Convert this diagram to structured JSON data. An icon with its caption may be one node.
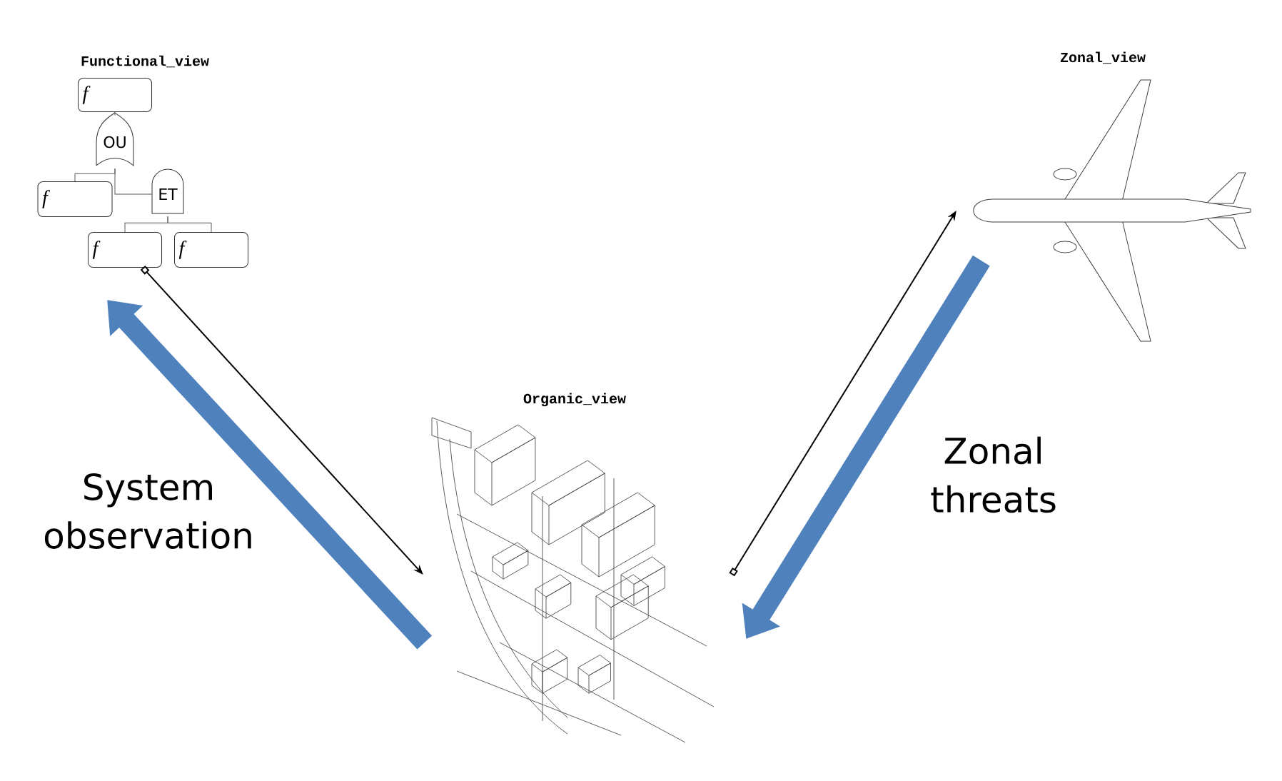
{
  "diagram": {
    "nodes": [
      {
        "text": [
          "f"
        ]
      },
      {
        "text": [
          "OU"
        ]
      },
      {
        "text": [
          "f"
        ]
      },
      {
        "text": [
          "ET"
        ]
      },
      {
        "text": [
          "f"
        ]
      },
      {
        "text": [
          "f"
        ]
      },
      {
        "text": [],
        "shape": "picture",
        "beside": [
          "Organic_view"
        ]
      },
      {
        "text": [],
        "shape": "picture",
        "beside": [
          "Zonal_view"
        ]
      }
    ],
    "edges": [
      {
        "from": 0,
        "to": 1,
        "arrow": "none"
      },
      {
        "from": 1,
        "to": 2,
        "arrow": "none"
      },
      {
        "from": 1,
        "to": 3,
        "arrow": "none"
      },
      {
        "from": 3,
        "to": 4,
        "arrow": "none"
      },
      {
        "from": 3,
        "to": 5,
        "arrow": "none"
      },
      {
        "from": 4,
        "to": 6,
        "arrow": "to"
      },
      {
        "from": 6,
        "to": 7,
        "arrow": "to"
      },
      {
        "from": 6,
        "to": null,
        "arrow": "to",
        "style": "thick",
        "color": "#4f81bd"
      },
      {
        "from": 7,
        "to": 6,
        "arrow": "to",
        "style": "thick",
        "color": "#4f81bd"
      }
    ],
    "labels": [
      "Functional_view",
      "System observation",
      "Zonal threats"
    ]
  }
}
